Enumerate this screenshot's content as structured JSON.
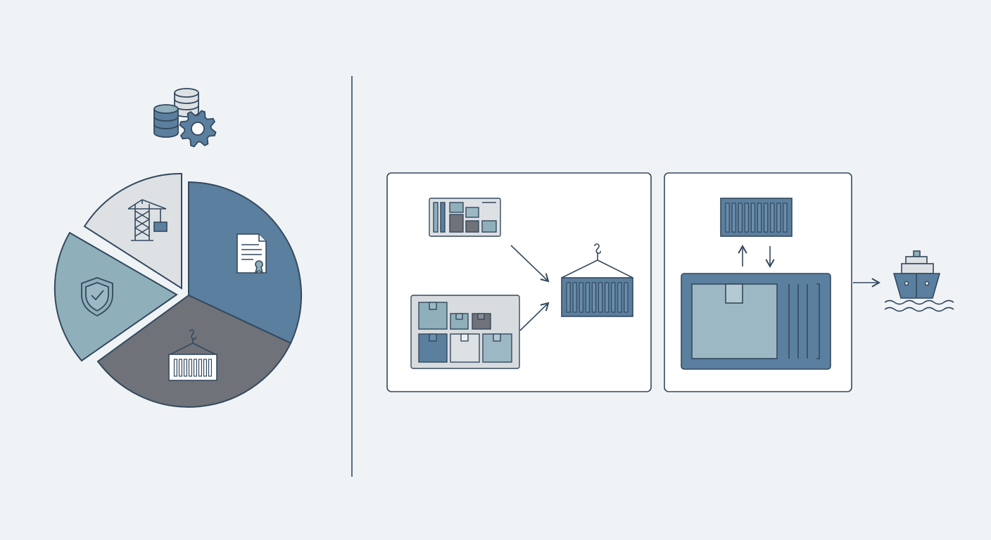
{
  "colors": {
    "background": "#eff3f6",
    "outline": "#34495e",
    "steel_blue": "#5b7f9e",
    "slate_gray": "#6f7278",
    "sage_blue": "#8fafbb",
    "light_gray": "#dde1e4",
    "pale_blue": "#9cb8c4",
    "panel_fill": "#ffffff",
    "tray_fill": "#d8dcdf"
  },
  "left_group": {
    "top_icon": "database-gear-icon",
    "pie_segments": [
      {
        "name": "pie-segment-documents",
        "icon": "certificate-document-icon",
        "color": "#5b7f9e",
        "exploded": false
      },
      {
        "name": "pie-segment-cargo",
        "icon": "hoisted-container-icon",
        "color": "#6f7278",
        "exploded": false
      },
      {
        "name": "pie-segment-security",
        "icon": "shield-check-icon",
        "color": "#8fafbb",
        "exploded": true
      },
      {
        "name": "pie-segment-port-crane",
        "icon": "port-crane-icon",
        "color": "#dde1e4",
        "exploded": true
      }
    ]
  },
  "right_group": {
    "panel_consolidation": {
      "icons": [
        "cargo-grid-icon",
        "cargo-boxes-icon",
        "hoisted-container-icon"
      ],
      "arrows": [
        "arrow-to-container",
        "arrow-from-boxes"
      ]
    },
    "panel_loading": {
      "icons": [
        "container-icon",
        "up-arrow-icon",
        "down-arrow-icon",
        "container-cross-section-icon"
      ]
    },
    "destination_icon": "cargo-ship-icon"
  }
}
